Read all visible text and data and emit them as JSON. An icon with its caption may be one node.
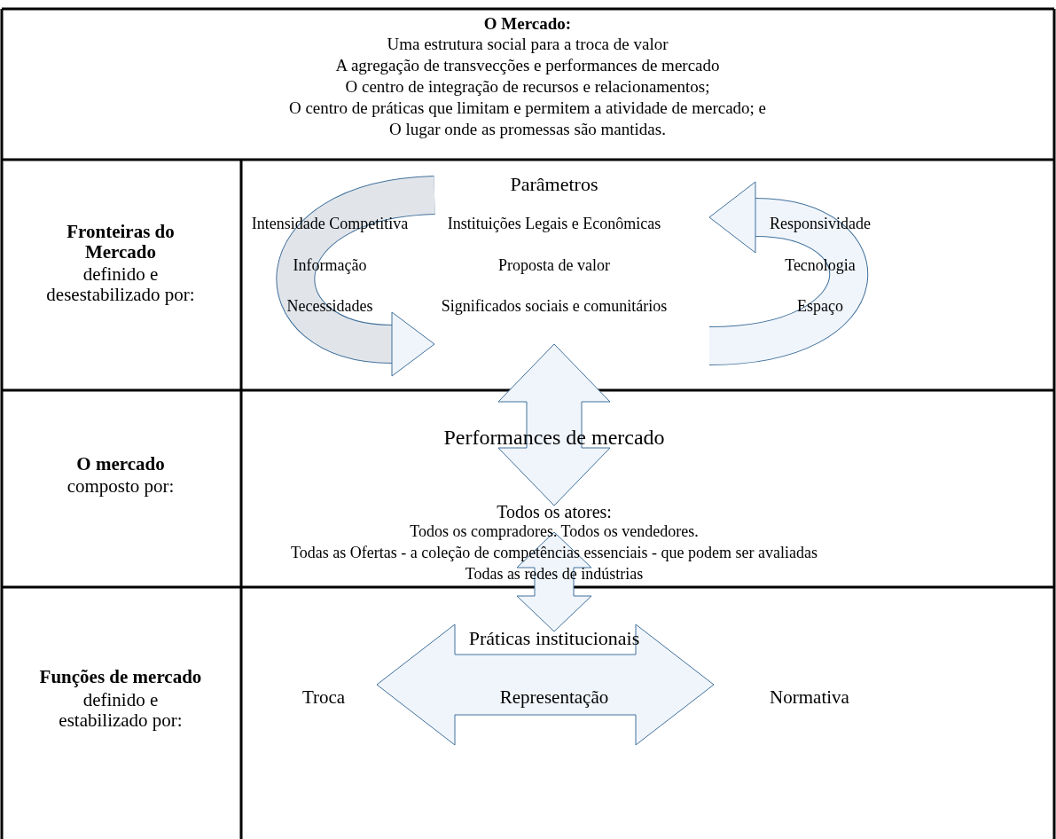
{
  "diagram": {
    "labels": [
      "O Mercado:",
      "Uma estrutura social para a troca de valor",
      "A agregação de transvecções e performances de mercado",
      "O centro de integração de recursos e relacionamentos;",
      "O centro de práticas que limitam e permitem a atividade de mercado; e",
      "O lugar onde as promessas são mantidas.",
      "Fronteiras do Mercado",
      "definido e desestabilizado por:",
      "Parâmetros",
      "Intensidade Competitiva",
      "Instituições Legais e Econômicas",
      "Responsividade",
      "Informação",
      "Proposta de valor",
      "Tecnologia",
      "Necessidades",
      "Significados sociais e comunitários",
      "Espaço",
      "O mercado",
      "composto por:",
      "Performances de mercado",
      "Todos os atores:",
      "Todos os compradores. Todos os vendedores.",
      "Todas as Ofertas - a coleção de competências essenciais - que podem ser avaliadas",
      "Todas as redes de indústrias",
      "Funções de mercado",
      "definido e estabilizado por:",
      "Práticas institucionais",
      "Troca",
      "Representação",
      "Normativa"
    ]
  }
}
